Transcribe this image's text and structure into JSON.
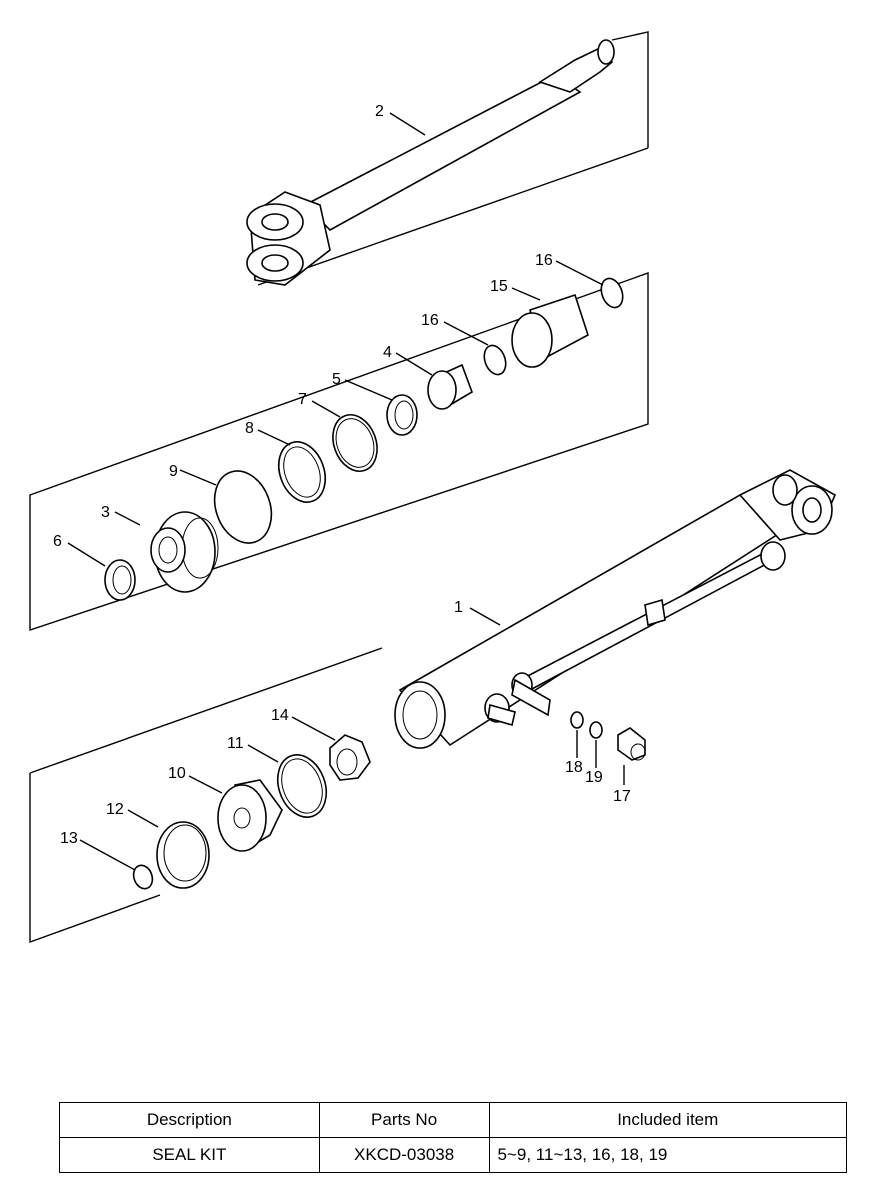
{
  "callouts": [
    {
      "n": "1"
    },
    {
      "n": "2"
    },
    {
      "n": "3"
    },
    {
      "n": "4"
    },
    {
      "n": "5"
    },
    {
      "n": "6"
    },
    {
      "n": "7"
    },
    {
      "n": "8"
    },
    {
      "n": "9"
    },
    {
      "n": "10"
    },
    {
      "n": "11"
    },
    {
      "n": "12"
    },
    {
      "n": "13"
    },
    {
      "n": "14"
    },
    {
      "n": "15"
    },
    {
      "n": "16"
    },
    {
      "n": "16"
    },
    {
      "n": "17"
    },
    {
      "n": "18"
    },
    {
      "n": "19"
    }
  ],
  "table": {
    "headers": [
      "Description",
      "Parts No",
      "Included item"
    ],
    "rows": [
      [
        "SEAL KIT",
        "XKCD-03038",
        "5~9, 11~13, 16, 18, 19"
      ]
    ]
  }
}
